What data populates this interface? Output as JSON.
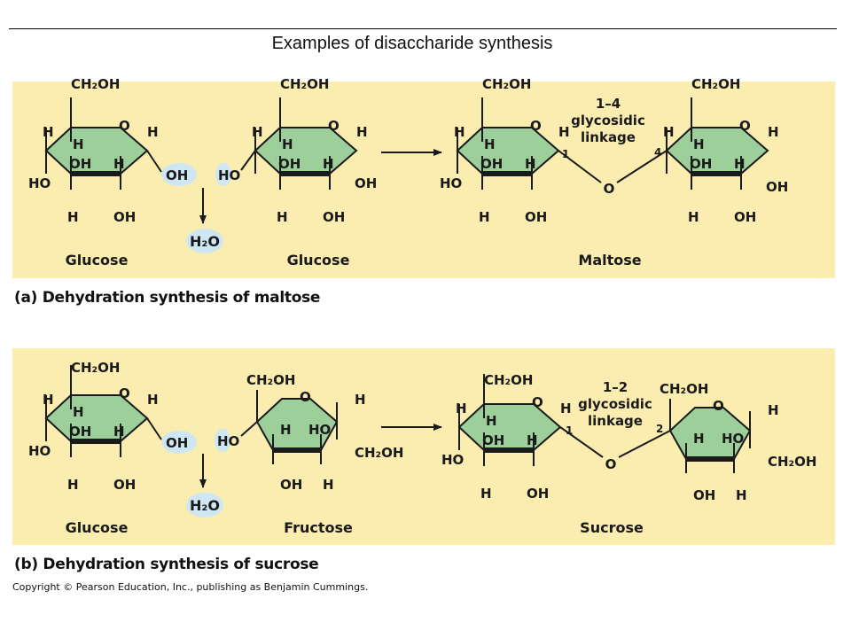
{
  "title": "Examples of disaccharide synthesis",
  "colors": {
    "panel": "#fbecb0",
    "ring_fill": "#9dcf9a",
    "highlight": "#cfe7f3",
    "text": "#1a1a1a"
  },
  "panel_a": {
    "caption": "(a) Dehydration synthesis of maltose",
    "glucose_left": {
      "name": "Glucose",
      "ch2oh": "CH₂OH",
      "ring_o": "O",
      "h_upper_left": "H",
      "h_inner_top": "H",
      "h_upper_right": "H",
      "oh_inner": "OH",
      "h_inner": "H",
      "ho_left": "HO",
      "oh_right": "OH",
      "h_bottom": "H",
      "oh_bottom": "OH"
    },
    "glucose_right": {
      "name": "Glucose",
      "ch2oh": "CH₂OH",
      "ring_o": "O",
      "h_upper_left": "H",
      "h_inner_top": "H",
      "h_upper_right": "H",
      "oh_inner": "OH",
      "h_inner": "H",
      "ho_left": "HO",
      "oh_right": "OH",
      "h_bottom": "H",
      "oh_bottom": "OH"
    },
    "water": "H₂O",
    "product": {
      "name": "Maltose",
      "linkage_line1": "1–4",
      "linkage_line2": "glycosidic",
      "linkage_line3": "linkage",
      "num1": "1",
      "num2": "4",
      "bridge_o": "O",
      "left": {
        "ch2oh": "CH₂OH",
        "ring_o": "O",
        "h_upper_left": "H",
        "h_inner_top": "H",
        "h_upper_right": "H",
        "oh_inner": "OH",
        "h_inner": "H",
        "ho_left": "HO",
        "h_bottom": "H",
        "oh_bottom": "OH"
      },
      "right": {
        "ch2oh": "CH₂OH",
        "ring_o": "O",
        "h_upper_left": "H",
        "h_inner_top": "H",
        "h_upper_right": "H",
        "oh_inner": "OH",
        "h_inner": "H",
        "oh_right": "OH",
        "h_bottom": "H",
        "oh_bottom": "OH"
      }
    }
  },
  "panel_b": {
    "caption": "(b) Dehydration synthesis of sucrose",
    "glucose": {
      "name": "Glucose",
      "ch2oh": "CH₂OH",
      "ring_o": "O",
      "h_upper_left": "H",
      "h_inner_top": "H",
      "h_upper_right": "H",
      "oh_inner": "OH",
      "h_inner": "H",
      "ho_left": "HO",
      "oh_right": "OH",
      "h_bottom": "H",
      "oh_bottom": "OH"
    },
    "fructose": {
      "name": "Fructose",
      "ch2oh_top": "CH₂OH",
      "ring_o": "O",
      "ho_left": "HO",
      "h_inner": "H",
      "ho_inner": "HO",
      "h_right": "H",
      "ch2oh_right": "CH₂OH",
      "oh_bottom": "OH",
      "h_bottom": "H"
    },
    "water": "H₂O",
    "product": {
      "name": "Sucrose",
      "linkage_line1": "1–2",
      "linkage_line2": "glycosidic",
      "linkage_line3": "linkage",
      "num1": "1",
      "num2": "2",
      "bridge_o": "O",
      "left": {
        "ch2oh": "CH₂OH",
        "ring_o": "O",
        "h_upper_left": "H",
        "h_inner_top": "H",
        "h_upper_right": "H",
        "oh_inner": "OH",
        "h_inner": "H",
        "ho_left": "HO",
        "h_bottom": "H",
        "oh_bottom": "OH"
      },
      "right": {
        "ch2oh_top": "CH₂OH",
        "ring_o": "O",
        "h_right": "H",
        "h_inner": "H",
        "ho_inner": "HO",
        "ch2oh_right": "CH₂OH",
        "oh_bottom": "OH",
        "h_bottom": "H"
      }
    }
  },
  "copyright": "Copyright © Pearson Education, Inc., publishing as Benjamin Cummings."
}
